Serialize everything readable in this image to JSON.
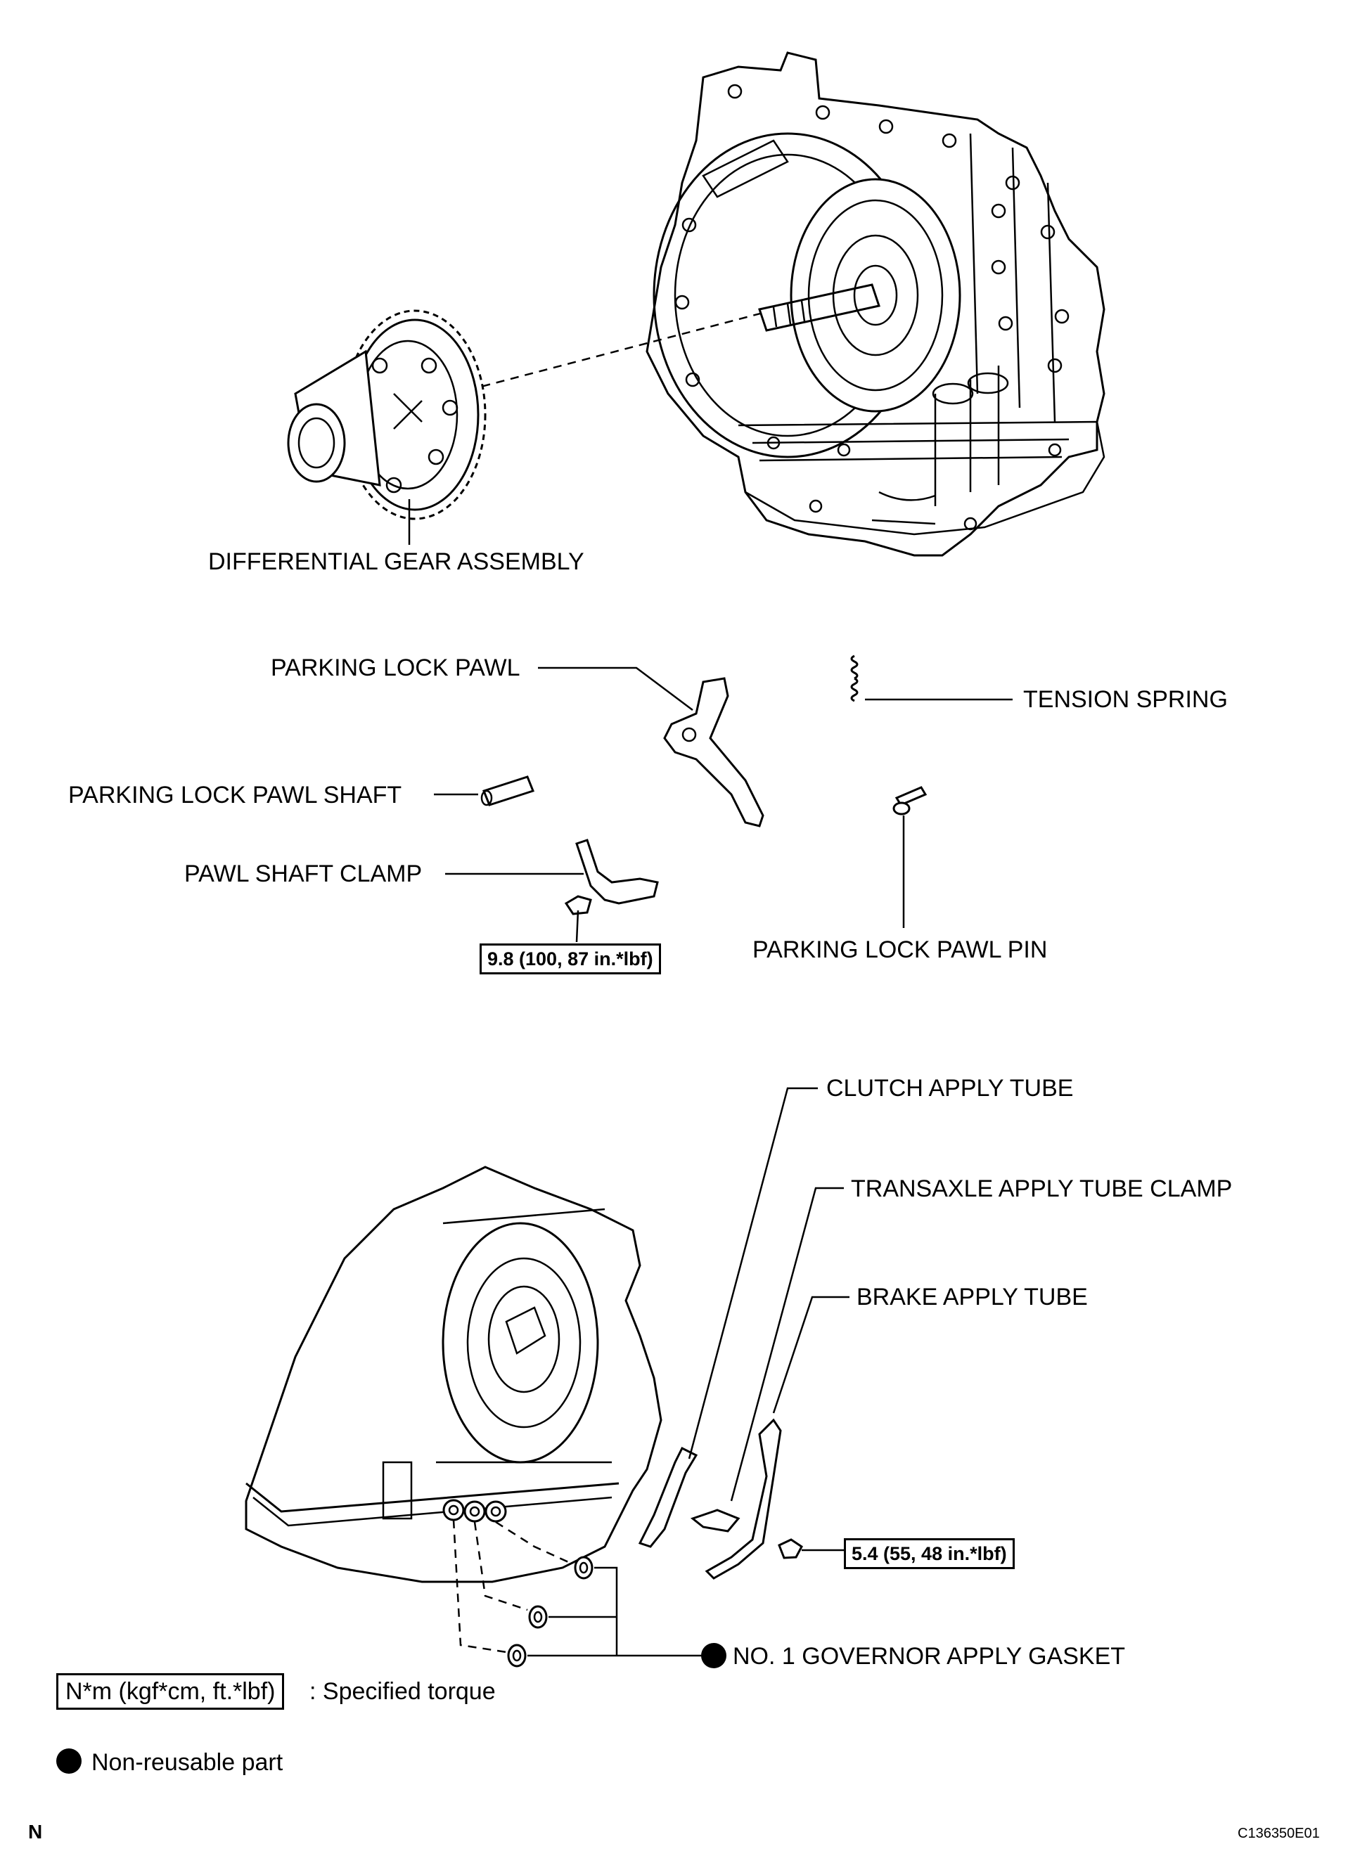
{
  "labels": {
    "differential_gear_assembly": "DIFFERENTIAL GEAR ASSEMBLY",
    "parking_lock_pawl": "PARKING LOCK PAWL",
    "tension_spring": "TENSION SPRING",
    "parking_lock_pawl_shaft": "PARKING LOCK PAWL SHAFT",
    "pawl_shaft_clamp": "PAWL SHAFT CLAMP",
    "parking_lock_pawl_pin": "PARKING LOCK PAWL PIN",
    "clutch_apply_tube": "CLUTCH APPLY TUBE",
    "transaxle_apply_tube_clamp": "TRANSAXLE APPLY TUBE CLAMP",
    "brake_apply_tube": "BRAKE APPLY TUBE",
    "no1_governor_apply_gasket": "NO. 1 GOVERNOR APPLY GASKET"
  },
  "torque_specs": {
    "pawl_shaft_clamp_bolt": "9.8 (100, 87 in.*lbf)",
    "tube_clamp_bolt": "5.4 (55, 48 in.*lbf)"
  },
  "legend": {
    "torque_unit_box": "N*m (kgf*cm, ft.*lbf)",
    "torque_text": ": Specified torque",
    "non_reusable_text": "Non-reusable part",
    "non_reusable_symbol": "black-dot-icon"
  },
  "footer": {
    "left_mark": "N",
    "figure_code": "C136350E01"
  }
}
